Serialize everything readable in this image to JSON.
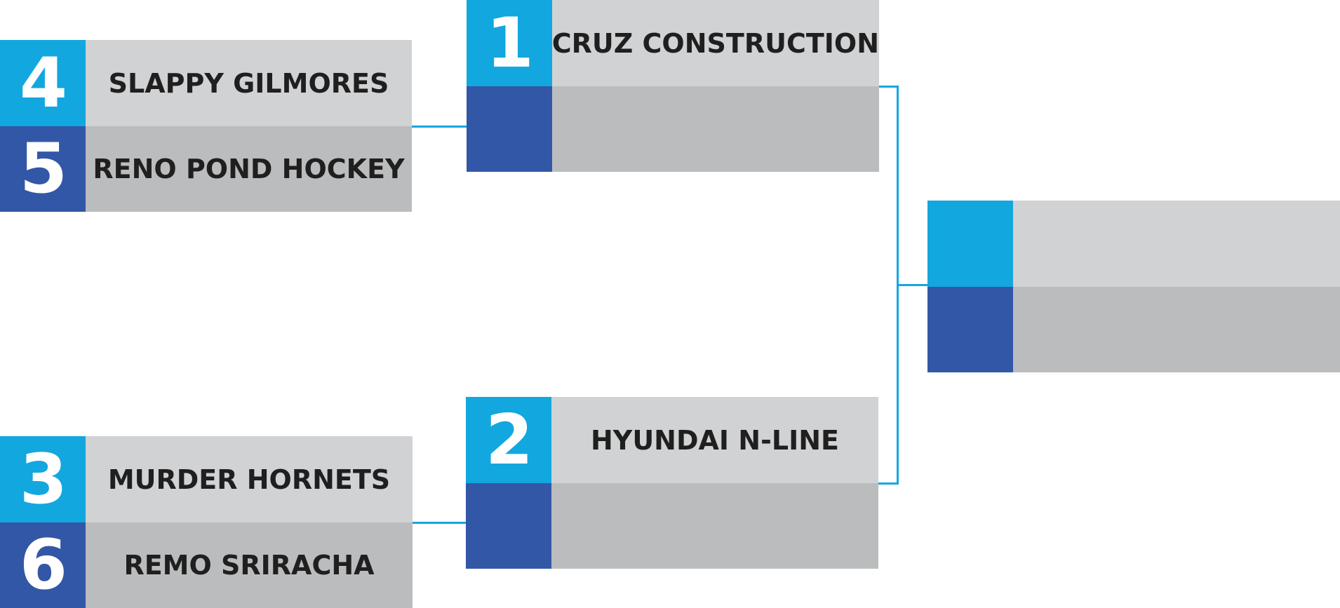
{
  "colors": {
    "seed_top": "#13a7df",
    "seed_bottom": "#3357a7",
    "name_top": "#d1d2d4",
    "name_bottom": "#bbbcbe",
    "connector": "#13a7df",
    "text": "#1f1f1f"
  },
  "quarterfinals": [
    {
      "top": {
        "seed": "4",
        "team": "SLAPPY GILMORES"
      },
      "bottom": {
        "seed": "5",
        "team": "RENO POND HOCKEY"
      }
    },
    {
      "top": {
        "seed": "3",
        "team": "MURDER HORNETS"
      },
      "bottom": {
        "seed": "6",
        "team": "REMO SRIRACHA"
      }
    }
  ],
  "semifinals": [
    {
      "top": {
        "seed": "1",
        "team": "CRUZ CONSTRUCTION"
      },
      "bottom": {
        "seed": "",
        "team": ""
      }
    },
    {
      "top": {
        "seed": "2",
        "team": "HYUNDAI N-LINE"
      },
      "bottom": {
        "seed": "",
        "team": ""
      }
    }
  ],
  "final": {
    "top": {
      "seed": "",
      "team": ""
    },
    "bottom": {
      "seed": "",
      "team": ""
    }
  }
}
